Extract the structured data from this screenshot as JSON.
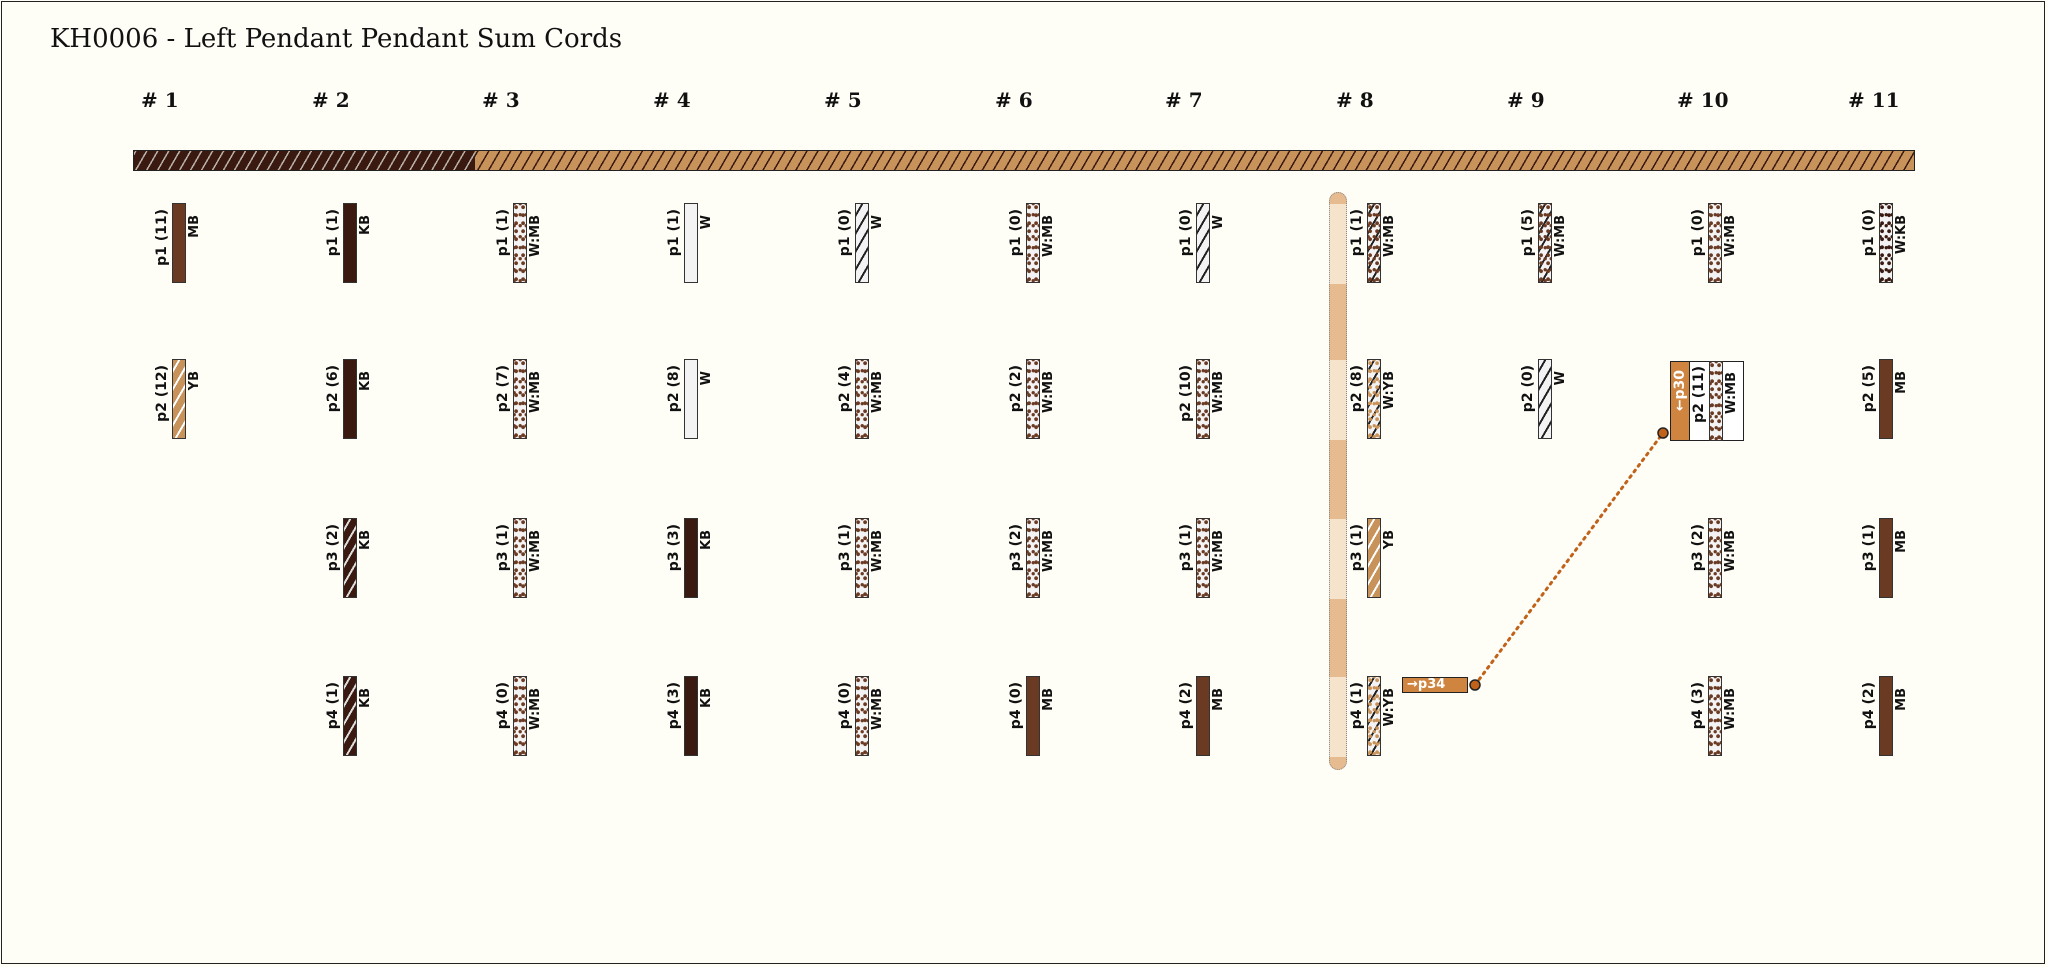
{
  "title": "KH0006 - Left Pendant Pendant Sum Cords",
  "colors": {
    "MB": "#6b3a22",
    "KB": "#3a1a10",
    "YB": "#c8935a",
    "W": "#f3f3f3",
    "link": "#c0621a",
    "tag": "#cf8540"
  },
  "cords": [
    {
      "header": "# 1",
      "pendants": [
        {
          "name": "p1 (11)",
          "color": "MB",
          "pattern": "solid"
        },
        {
          "name": "p2 (12)",
          "color": "YB",
          "pattern": "striped"
        },
        null,
        null
      ]
    },
    {
      "header": "# 2",
      "pendants": [
        {
          "name": "p1 (1)",
          "color": "KB",
          "pattern": "solid"
        },
        {
          "name": "p2 (6)",
          "color": "KB",
          "pattern": "solid"
        },
        {
          "name": "p3 (2)",
          "color": "KB",
          "pattern": "striped"
        },
        {
          "name": "p4 (1)",
          "color": "KB",
          "pattern": "striped"
        }
      ]
    },
    {
      "header": "# 3",
      "pendants": [
        {
          "name": "p1 (1)",
          "color": "W:MB",
          "pattern": "speckled"
        },
        {
          "name": "p2 (7)",
          "color": "W:MB",
          "pattern": "speckled"
        },
        {
          "name": "p3 (1)",
          "color": "W:MB",
          "pattern": "speckled"
        },
        {
          "name": "p4 (0)",
          "color": "W:MB",
          "pattern": "speckled"
        }
      ]
    },
    {
      "header": "# 4",
      "pendants": [
        {
          "name": "p1 (1)",
          "color": "W",
          "pattern": "solid"
        },
        {
          "name": "p2 (8)",
          "color": "W",
          "pattern": "solid"
        },
        {
          "name": "p3 (3)",
          "color": "KB",
          "pattern": "solid"
        },
        {
          "name": "p4 (3)",
          "color": "KB",
          "pattern": "solid"
        }
      ]
    },
    {
      "header": "# 5",
      "pendants": [
        {
          "name": "p1 (0)",
          "color": "W",
          "pattern": "striped"
        },
        {
          "name": "p2 (4)",
          "color": "W:MB",
          "pattern": "speckled"
        },
        {
          "name": "p3 (1)",
          "color": "W:MB",
          "pattern": "speckled"
        },
        {
          "name": "p4 (0)",
          "color": "W:MB",
          "pattern": "speckled"
        }
      ]
    },
    {
      "header": "# 6",
      "pendants": [
        {
          "name": "p1 (0)",
          "color": "W:MB",
          "pattern": "speckled"
        },
        {
          "name": "p2 (2)",
          "color": "W:MB",
          "pattern": "speckled"
        },
        {
          "name": "p3 (2)",
          "color": "W:MB",
          "pattern": "speckled"
        },
        {
          "name": "p4 (0)",
          "color": "MB",
          "pattern": "solid"
        }
      ]
    },
    {
      "header": "# 7",
      "pendants": [
        {
          "name": "p1 (0)",
          "color": "W",
          "pattern": "striped"
        },
        {
          "name": "p2 (10)",
          "color": "W:MB",
          "pattern": "speckled"
        },
        {
          "name": "p3 (1)",
          "color": "W:MB",
          "pattern": "speckled"
        },
        {
          "name": "p4 (2)",
          "color": "MB",
          "pattern": "solid"
        }
      ]
    },
    {
      "header": "# 8",
      "pendants": [
        {
          "name": "p1 (1)",
          "color": "W:MB",
          "pattern": "striped-speckled"
        },
        {
          "name": "p2 (8)",
          "color": "W:YB",
          "pattern": "striped-speckled"
        },
        {
          "name": "p3 (1)",
          "color": "YB",
          "pattern": "striped"
        },
        {
          "name": "p4 (1)",
          "color": "W:YB",
          "pattern": "striped-speckled"
        }
      ]
    },
    {
      "header": "# 9",
      "pendants": [
        {
          "name": "p1 (5)",
          "color": "W:MB",
          "pattern": "striped-speckled"
        },
        {
          "name": "p2 (0)",
          "color": "W",
          "pattern": "striped"
        },
        null,
        null
      ]
    },
    {
      "header": "# 10",
      "pendants": [
        {
          "name": "p1 (0)",
          "color": "W:MB",
          "pattern": "speckled"
        },
        {
          "name": "p2 (11)",
          "color": "W:MB",
          "pattern": "speckled"
        },
        {
          "name": "p3 (2)",
          "color": "W:MB",
          "pattern": "speckled"
        },
        {
          "name": "p4 (3)",
          "color": "W:MB",
          "pattern": "speckled"
        }
      ]
    },
    {
      "header": "# 11",
      "pendants": [
        {
          "name": "p1 (0)",
          "color": "W:KB",
          "pattern": "speckled"
        },
        {
          "name": "p2 (5)",
          "color": "MB",
          "pattern": "solid"
        },
        {
          "name": "p3 (1)",
          "color": "MB",
          "pattern": "solid"
        },
        {
          "name": "p4 (2)",
          "color": "MB",
          "pattern": "solid"
        }
      ]
    }
  ],
  "links": {
    "from_label": "→p34",
    "to_label": "←p30"
  }
}
